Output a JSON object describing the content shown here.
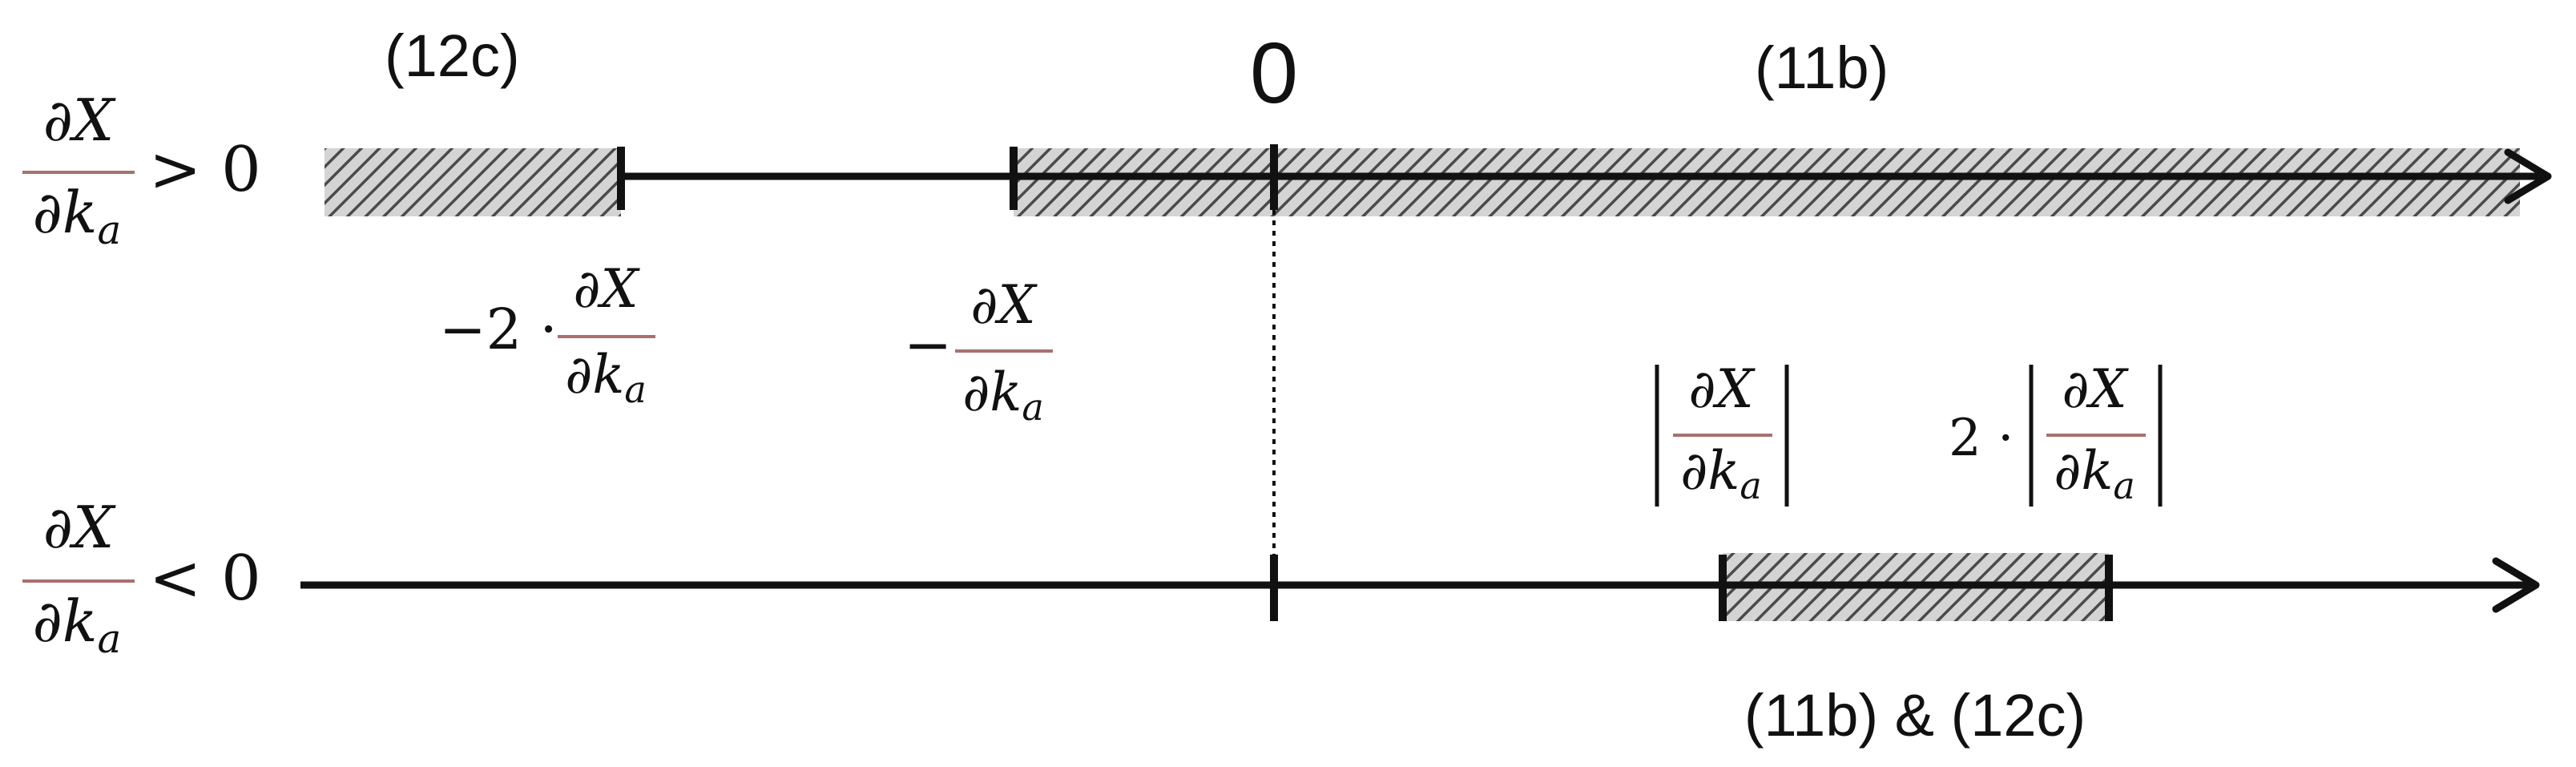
{
  "colors": {
    "line": "#111111",
    "hatch_stroke": "#4a4a4a",
    "hatch_bg": "#d4d4d4",
    "fraction_bar": "#a87070"
  },
  "top_row": {
    "condition": {
      "partial": "∂",
      "num_var": "X",
      "den_var": "k",
      "den_sub": "a",
      "relation": "> 0"
    },
    "region_label_left": "(12c)",
    "region_label_right": "(11b)",
    "zero_label": "0",
    "tick_minus_two": {
      "prefix": "−2 ·",
      "partial": "∂",
      "num_var": "X",
      "den_var": "k",
      "den_sub": "a"
    },
    "tick_minus_one": {
      "prefix": "−",
      "partial": "∂",
      "num_var": "X",
      "den_var": "k",
      "den_sub": "a"
    }
  },
  "bottom_row": {
    "condition": {
      "partial": "∂",
      "num_var": "X",
      "den_var": "k",
      "den_sub": "a",
      "relation": "< 0"
    },
    "tick_one": {
      "prefix": "",
      "partial": "∂",
      "num_var": "X",
      "den_var": "k",
      "den_sub": "a"
    },
    "tick_two": {
      "prefix": "2 ·",
      "partial": "∂",
      "num_var": "X",
      "den_var": "k",
      "den_sub": "a"
    },
    "region_label": "(11b) & (12c)"
  }
}
